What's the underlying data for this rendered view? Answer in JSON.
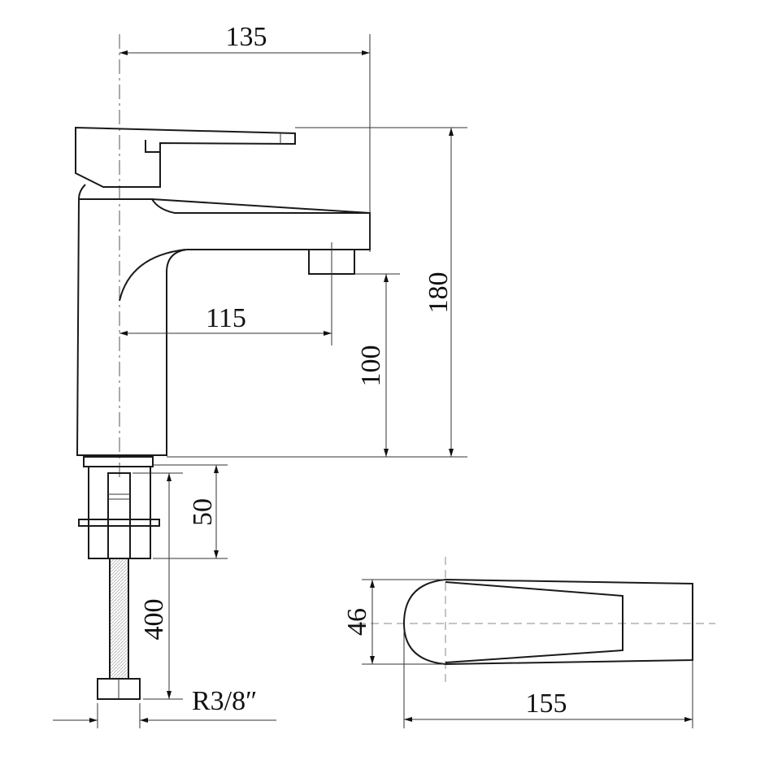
{
  "dimensions": {
    "overall_depth": "135",
    "overall_height": "180",
    "spout_reach": "115",
    "spout_height": "100",
    "shank_length": "50",
    "hose_length": "400",
    "hose_thread": "R3/8″",
    "top_width": "46",
    "top_length": "155"
  }
}
